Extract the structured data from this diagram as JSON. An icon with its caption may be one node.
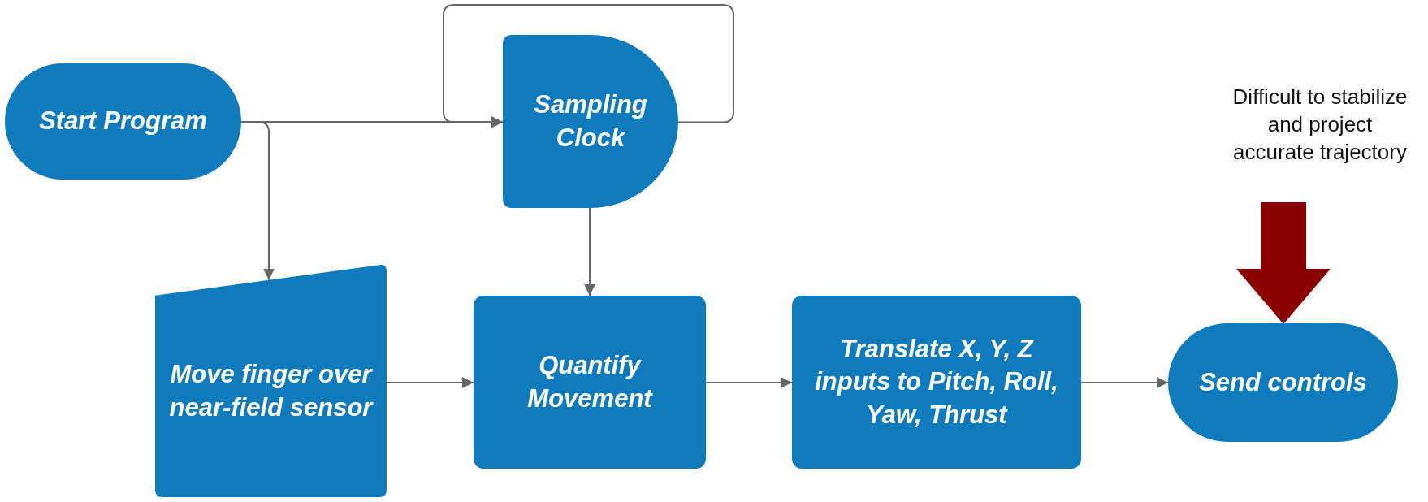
{
  "diagram": {
    "nodes": [
      {
        "text": [
          "Start Program"
        ]
      },
      {
        "text": [
          "Sampling Clock"
        ]
      },
      {
        "text": [
          "Move finger over near-field sensor"
        ]
      },
      {
        "text": [
          "Quantify Movement"
        ]
      },
      {
        "text": [
          "Translate X, Y, Z inputs to Pitch, Roll, Yaw, Thrust"
        ]
      },
      {
        "text": [
          "Send controls"
        ]
      },
      {
        "text": [
          "Difficult to stabilize and project accurate trajectory"
        ]
      }
    ],
    "edges": [
      {
        "from": 0,
        "to": 1,
        "arrow": "to"
      },
      {
        "from": 0,
        "to": 2,
        "arrow": "to"
      },
      {
        "from": 1,
        "to": 1,
        "arrow": "to"
      },
      {
        "from": 1,
        "to": 3,
        "arrow": "to"
      },
      {
        "from": 2,
        "to": 3,
        "arrow": "to"
      },
      {
        "from": 3,
        "to": 4,
        "arrow": "to"
      },
      {
        "from": 4,
        "to": 5,
        "arrow": "to"
      },
      {
        "from": 6,
        "to": 5,
        "arrow": "to",
        "style": "thick",
        "color": "#8b0000"
      }
    ]
  }
}
